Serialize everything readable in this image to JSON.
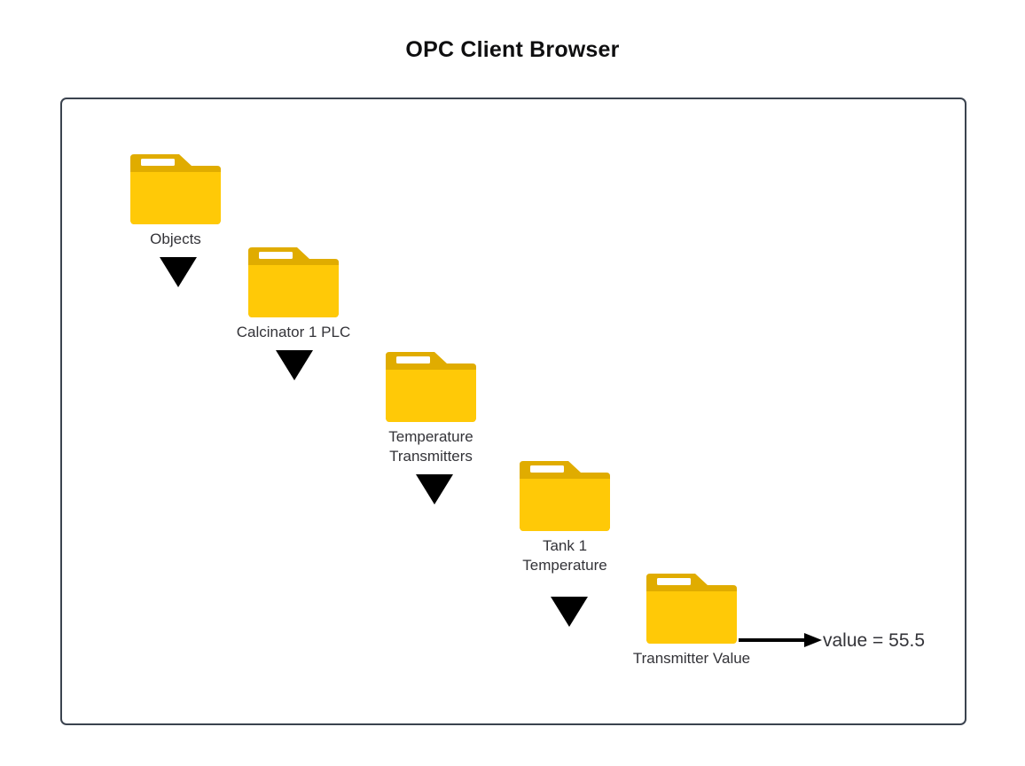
{
  "page": {
    "title": "OPC Client Browser",
    "background": "#ffffff",
    "frame_border_color": "#3b434f"
  },
  "colors": {
    "folder_body": "#ffc907",
    "folder_tab": "#e0ac00",
    "folder_tab_slot": "#ffffff",
    "arrow": "#000000",
    "text": "#333338"
  },
  "tree": {
    "nodes": [
      {
        "id": "objects",
        "label": "Objects",
        "icon": "folder-icon"
      },
      {
        "id": "calcinator-1-plc",
        "label": "Calcinator 1 PLC",
        "icon": "folder-icon"
      },
      {
        "id": "temperature-transmitters",
        "label": "Temperature\nTransmitters",
        "icon": "folder-icon"
      },
      {
        "id": "tank-1-temperature",
        "label": "Tank 1\nTemperature",
        "icon": "folder-icon"
      },
      {
        "id": "transmitter-value",
        "label": "Transmitter Value",
        "icon": "folder-icon"
      }
    ],
    "connectors": [
      {
        "from": "objects",
        "to": "calcinator-1-plc",
        "icon": "triangle-down-icon"
      },
      {
        "from": "calcinator-1-plc",
        "to": "temperature-transmitters",
        "icon": "triangle-down-icon"
      },
      {
        "from": "temperature-transmitters",
        "to": "tank-1-temperature",
        "icon": "triangle-down-icon"
      },
      {
        "from": "tank-1-temperature",
        "to": "transmitter-value",
        "icon": "triangle-down-icon"
      }
    ]
  },
  "value_readout": {
    "text": "value = 55.5",
    "arrow_icon": "arrow-right-icon"
  }
}
